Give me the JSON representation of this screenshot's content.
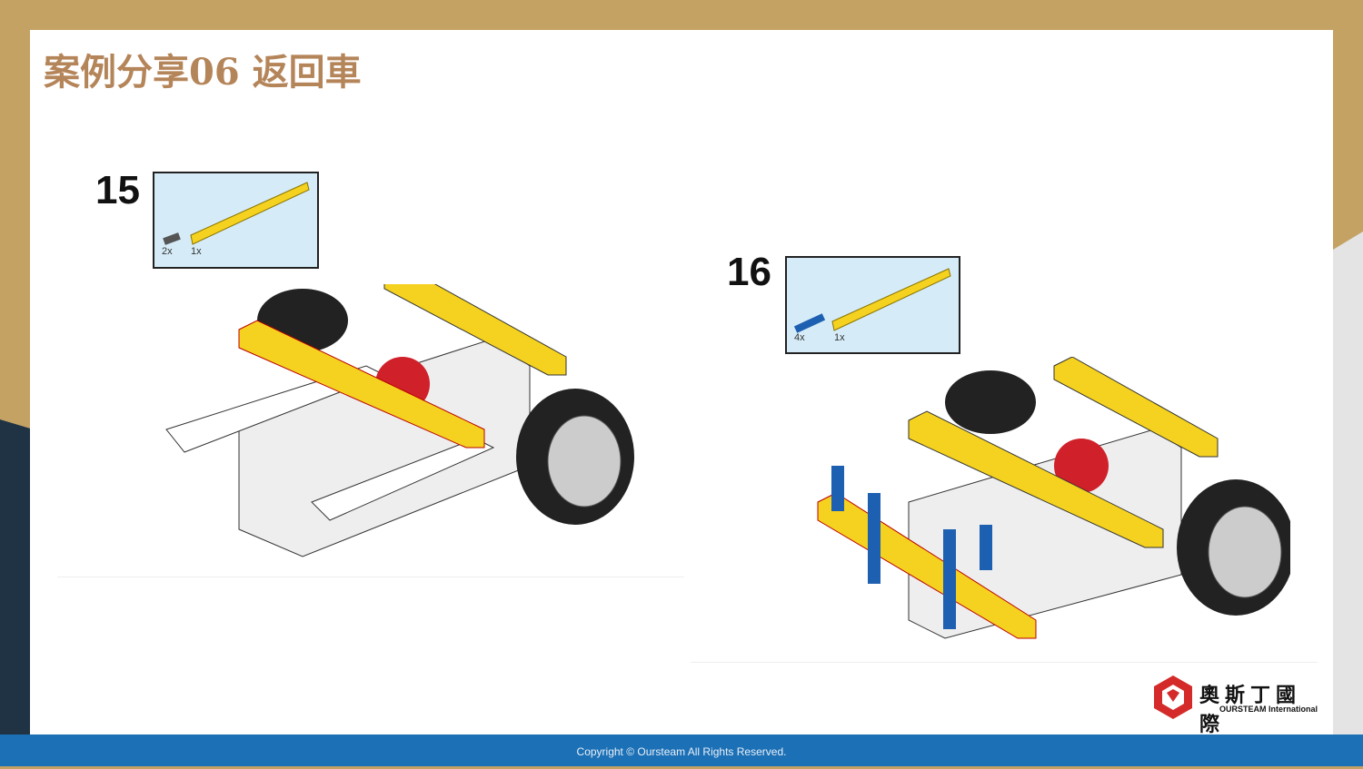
{
  "title": "案例分享06 返回車",
  "steps": [
    {
      "number": "15",
      "parts": [
        {
          "qty": "2x"
        },
        {
          "qty": "1x"
        }
      ]
    },
    {
      "number": "16",
      "parts": [
        {
          "qty": "4x"
        },
        {
          "qty": "1x"
        }
      ]
    }
  ],
  "logo": {
    "cn": "奧斯丁國際",
    "en": "OURSTEAM International"
  },
  "footer": "Copyright © Oursteam All Rights Reserved.",
  "colors": {
    "gold": "#c4a264",
    "navy": "#1f3344",
    "blue": "#1c70b6",
    "title": "#b5855a"
  }
}
